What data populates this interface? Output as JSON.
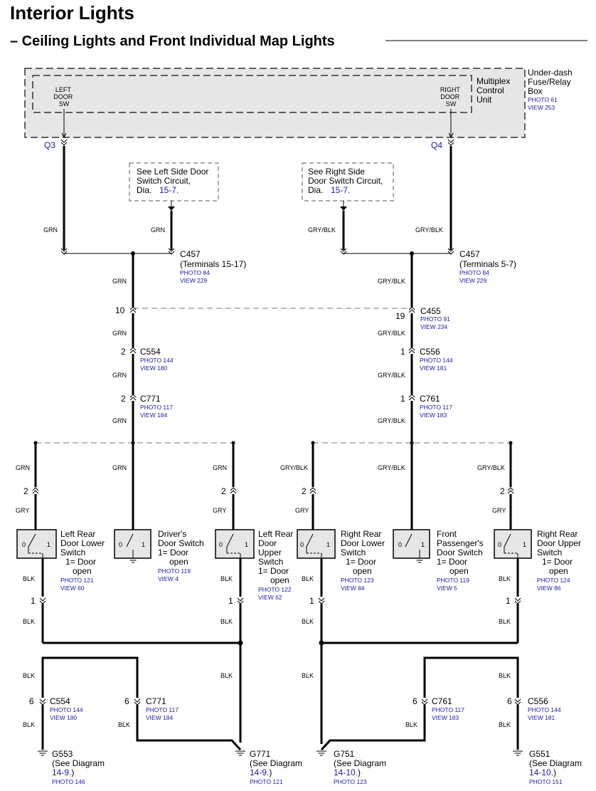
{
  "title": "Interior Lights",
  "subtitle": "– Ceiling Lights and Front Individual Map Lights",
  "fuse_box": {
    "lines": [
      "Under-dash",
      "Fuse/Relay",
      "Box"
    ],
    "photo": "PHOTO 61",
    "view": "VIEW 253"
  },
  "mcu": {
    "lines": [
      "Multiplex",
      "Control",
      "Unit"
    ]
  },
  "left_door_sw": [
    "LEFT",
    "DOOR",
    "SW"
  ],
  "right_door_sw": [
    "RIGHT",
    "DOOR",
    "SW"
  ],
  "q3": "Q3",
  "q4": "Q4",
  "see_left": {
    "lines": [
      "See Left Side Door",
      "Switch Circuit,"
    ],
    "dia": "Dia.",
    "link": "15-7."
  },
  "see_right": {
    "lines": [
      "See Right Side",
      "Door Switch Circuit,"
    ],
    "dia": "Dia.",
    "link": "15-7."
  },
  "wires": {
    "grn": "GRN",
    "gry_blk": "GRY/BLK",
    "gry": "GRY",
    "blk": "BLK"
  },
  "connectors": {
    "c457_left": {
      "name": "C457",
      "sub": "(Terminals 15-17)",
      "photo": "PHOTO 84",
      "view": "VIEW 229"
    },
    "c457_right": {
      "name": "C457",
      "sub": "(Terminals 5-7)",
      "photo": "PHOTO 84",
      "view": "VIEW 229"
    },
    "c455": {
      "name": "C455",
      "photo": "PHOTO 91",
      "view": "VIEW 234",
      "pin_left": "10",
      "pin_right": "19"
    },
    "c554": {
      "name": "C554",
      "photo": "PHOTO 144",
      "view": "VIEW 180",
      "pin": "2"
    },
    "c556": {
      "name": "C556",
      "photo": "PHOTO 144",
      "view": "VIEW 181",
      "pin": "1"
    },
    "c771": {
      "name": "C771",
      "photo": "PHOTO 117",
      "view": "VIEW 184",
      "pin": "2"
    },
    "c761": {
      "name": "C761",
      "photo": "PHOTO 117",
      "view": "VIEW 183",
      "pin": "1"
    },
    "c554_b": {
      "name": "C554",
      "photo": "PHOTO 144",
      "view": "VIEW 180",
      "pin": "6"
    },
    "c771_b": {
      "name": "C771",
      "photo": "PHOTO 117",
      "view": "VIEW 184",
      "pin": "6"
    },
    "c761_b": {
      "name": "C761",
      "photo": "PHOTO 117",
      "view": "VIEW 183",
      "pin": "6"
    },
    "c556_b": {
      "name": "C556",
      "photo": "PHOTO 144",
      "view": "VIEW 181",
      "pin": "6"
    }
  },
  "pins": {
    "two": "2",
    "one": "1",
    "zero": "0"
  },
  "switches": {
    "lr_lower": {
      "lines": [
        "Left Rear",
        "Door Lower",
        "Switch",
        "1= Door",
        "open"
      ],
      "photo": "PHOTO 121",
      "view": "VIEW 60"
    },
    "driver": {
      "lines": [
        "Driver's",
        "Door Switch",
        "1= Door",
        "open"
      ],
      "photo": "PHOTO 119",
      "view": "VIEW 4"
    },
    "lr_upper": {
      "lines": [
        "Left Rear",
        "Door",
        "Upper",
        "Switch",
        "1= Door",
        "open"
      ],
      "photo": "PHOTO 122",
      "view": "VIEW 62"
    },
    "rr_lower": {
      "lines": [
        "Right Rear",
        "Door Lower",
        "Switch",
        "1= Door",
        "open"
      ],
      "photo": "PHOTO 123",
      "view": "VIEW 84"
    },
    "front_pass": {
      "lines": [
        "Front",
        "Passenger's",
        "Door Switch",
        "1= Door",
        "open"
      ],
      "photo": "PHOTO 119",
      "view": "VIEW 5"
    },
    "rr_upper": {
      "lines": [
        "Right Rear",
        "Door Upper",
        "Switch",
        "1= Door",
        "open"
      ],
      "photo": "PHOTO 124",
      "view": "VIEW 86"
    }
  },
  "grounds": {
    "g553": {
      "name": "G553",
      "see": "(See Diagram",
      "link": "14-9.",
      "close": ")",
      "photo": "PHOTO 146"
    },
    "g771": {
      "name": "G771",
      "see": "(See Diagram",
      "link": "14-9.",
      "close": ")",
      "photo": "PHOTO 121"
    },
    "g751": {
      "name": "G751",
      "see": "(See Diagram",
      "link": "14-10.",
      "close": ")",
      "photo": "PHOTO 123"
    },
    "g551": {
      "name": "G551",
      "see": "(See Diagram",
      "link": "14-10.",
      "close": ")",
      "photo": "PHOTO 151"
    }
  }
}
